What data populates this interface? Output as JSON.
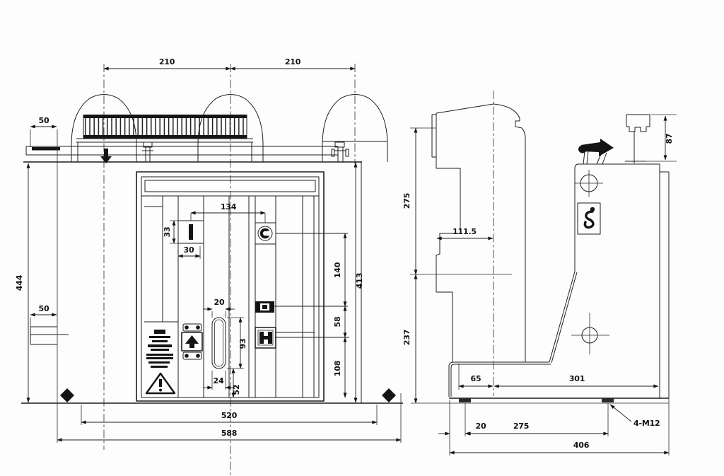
{
  "colors": {
    "line": "#1d1d1d",
    "background": "#fdfdfd",
    "ink": "#111111"
  },
  "icons": {
    "warning_triangle": "triangle-exclamation",
    "lifting_hook": "s-hook",
    "crosshair": "circle-crosshair",
    "push_button": "up-arrow-square",
    "rotary_knob": "black-ring"
  },
  "front_view": {
    "dims": {
      "pole_pitch_left": "210",
      "pole_pitch_right": "210",
      "terminal_overhang": "50",
      "overall_height": "444",
      "bracket_width": "50",
      "handle_hole_pitch": "134",
      "slot_height": "33",
      "slot_width": "30",
      "oval_slot_width": "20",
      "oval_slot_height": "93",
      "oval_offset": "24",
      "oval_bottom_offset": "52",
      "seg_top": "140",
      "seg_mid": "58",
      "seg_bottom": "108",
      "panel_height": "413",
      "wheel_track": "520",
      "overall_width": "588"
    }
  },
  "side_view": {
    "dims": {
      "rail_height": "87",
      "upper_height": "275",
      "pole_offset": "111.5",
      "lower_height": "237",
      "base_front_offset": "65",
      "base_rear_depth": "301",
      "hole_edge_offset": "20",
      "hole_pitch": "275",
      "overall_depth": "406",
      "mounting_hole_note": "4-M12"
    }
  }
}
